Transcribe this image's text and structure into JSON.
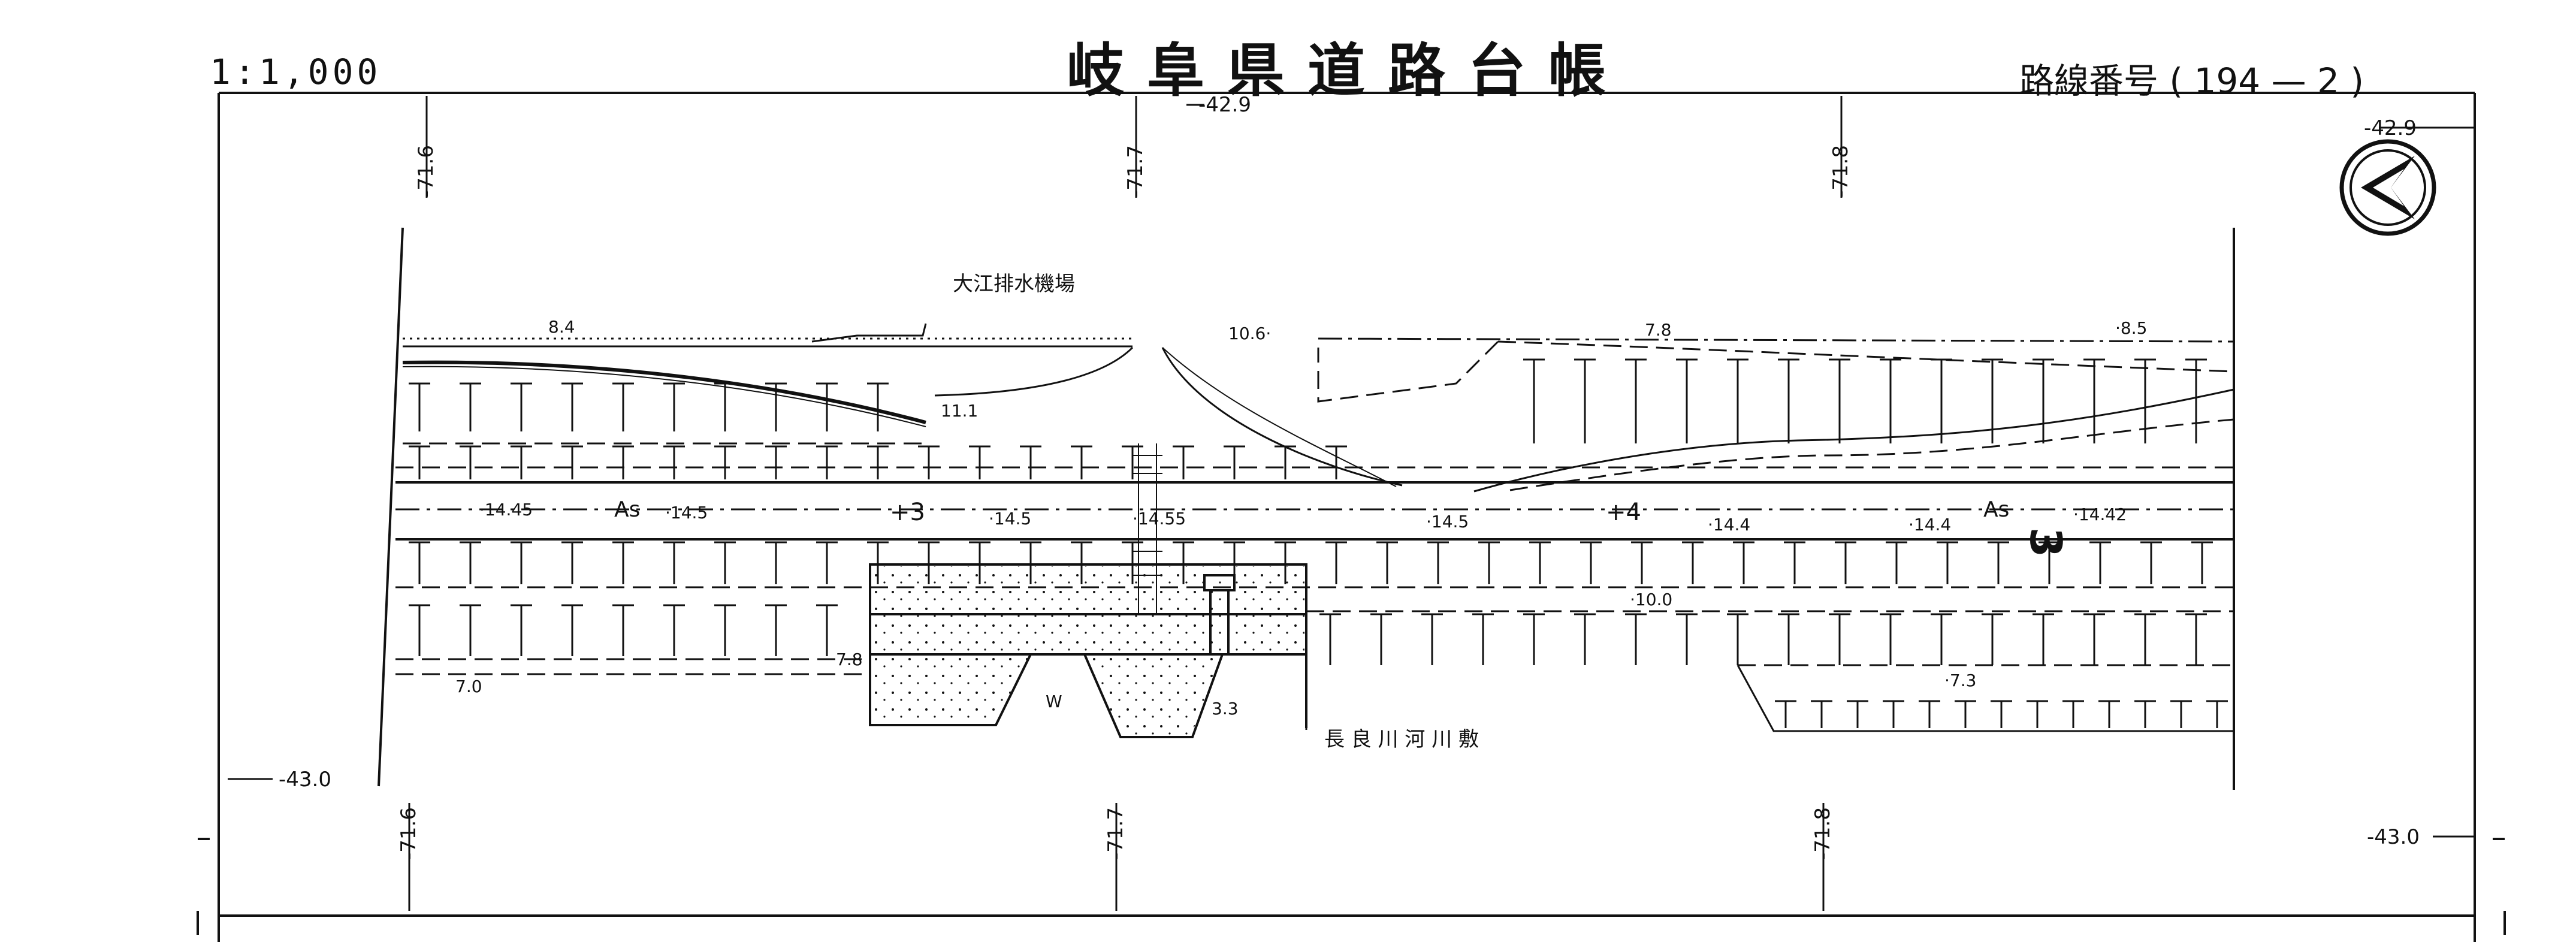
{
  "header": {
    "title": "岐阜県道路台帳",
    "scale": "1:1,000",
    "route_number": "路線番号 ( 194 — 2 )",
    "sheet_number": "3"
  },
  "grid": {
    "top_x_labels": [
      "-71.6",
      "-71.7",
      "-71.8"
    ],
    "bottom_x_labels": [
      "-71.6",
      "-71.7",
      "-71.8"
    ],
    "top_y_label": "-42.9",
    "top_right_y_label": "-42.9",
    "bottom_y_label": "-43.0",
    "bottom_right_y_label": "-43.0"
  },
  "map_labels": {
    "facility": "大江排水機場",
    "river_bed": "長 良 川 河 川 敷",
    "pavement_left": "As",
    "pavement_right": "As",
    "station_3": "+3",
    "station_4": "+4",
    "water": "W"
  },
  "elevations": {
    "road": [
      "·14.45",
      "·14.5",
      "·14.5",
      "·14.55",
      "·14.5",
      "·14.4",
      "·14.4",
      "·14.42"
    ],
    "upper": [
      "8.4",
      "10.6·",
      "7.8",
      "·8.5",
      "11.1"
    ],
    "lower": [
      "·10.0",
      "7.8",
      "7.0",
      "3.3",
      "·7.3"
    ]
  },
  "north_arrow": "north-arrow-icon"
}
